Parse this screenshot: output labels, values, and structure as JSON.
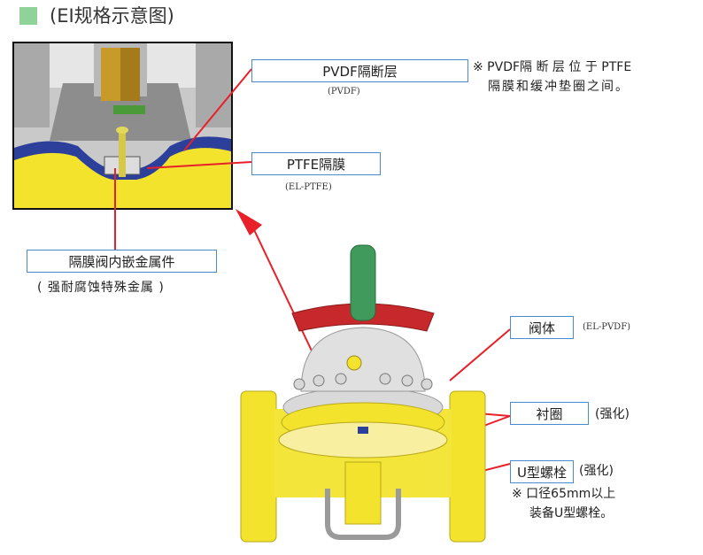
{
  "header": {
    "title": "(EI规格示意图)"
  },
  "colors": {
    "accent_green": "#8fd39a",
    "box_border": "#4a8bd0",
    "callout_red": "#e8202a",
    "valve_yellow": "#f3e32c",
    "handwheel_red": "#c7282c",
    "stem_green": "#3f9a5c"
  },
  "labels": {
    "pvdf": {
      "title": "PVDF隔断层",
      "code": "(PVDF)",
      "note1": "※ PVDF隔 断 层 位 于 PTFE",
      "note2": "隔膜和缓冲垫圈之间。"
    },
    "ptfe": {
      "title": "PTFE隔膜",
      "code": "(EL-PTFE)"
    },
    "insert": {
      "title": "隔膜阀内嵌金属件",
      "sub": "( 强耐腐蚀特殊金属 )"
    },
    "body": {
      "title": "阀体",
      "code": "(EL-PVDF)"
    },
    "liner": {
      "title": "衬圈",
      "note": "(强化)"
    },
    "ubolt": {
      "title": "U型螺栓",
      "note": "(强化)",
      "note1": "※  口径65mm以上",
      "note2": "装备U型螺栓。"
    }
  }
}
